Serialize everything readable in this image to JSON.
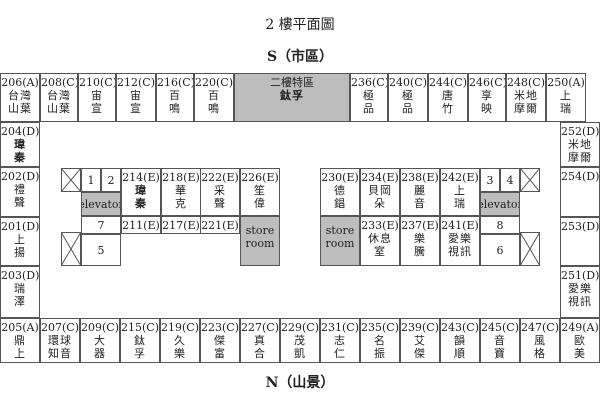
{
  "title": "2 樓平面圖",
  "south_label": "S（市區）",
  "north_label": "N（山景）",
  "top_row": [
    {
      "num": "206(A)",
      "name": "台灣\n山葉"
    },
    {
      "num": "208(C)",
      "name": "台灣\n山葉"
    },
    {
      "num": "210(C)",
      "name": "宙\n宣"
    },
    {
      "num": "212(C)",
      "name": "宙\n宣"
    },
    {
      "num": "216(C)",
      "name": "百\n鳴"
    },
    {
      "num": "220(C)",
      "name": "百\n鳴"
    },
    {
      "num": "二樓特區",
      "name": "鈦孚"
    },
    {
      "num": "236(C)",
      "name": "極\n品"
    },
    {
      "num": "240(C)",
      "name": "極\n品"
    },
    {
      "num": "244(C)",
      "name": "唐\n竹"
    },
    {
      "num": "246(C)",
      "name": "享\n映"
    },
    {
      "num": "248(C)",
      "name": "米地\n摩爾"
    },
    {
      "num": "250(A)",
      "name": "上\n瑞"
    }
  ],
  "bottom_row": [
    {
      "num": "205(A)",
      "name": "鼎\n上"
    },
    {
      "num": "207(C)",
      "name": "環球\n知音"
    },
    {
      "num": "209(C)",
      "name": "大\n器"
    },
    {
      "num": "215(C)",
      "name": "鈦\n孚"
    },
    {
      "num": "219(C)",
      "name": "久\n樂"
    },
    {
      "num": "223(C)",
      "name": "傑\n富"
    },
    {
      "num": "227(C)",
      "name": "真\n合"
    },
    {
      "num": "229(C)",
      "name": "茂\n凱"
    },
    {
      "num": "231(C)",
      "name": "志\n仁"
    },
    {
      "num": "235(C)",
      "name": "名\n振"
    },
    {
      "num": "239(C)",
      "name": "艾\n傑"
    },
    {
      "num": "243(C)",
      "name": "韻\n順"
    },
    {
      "num": "245(C)",
      "name": "音\n寶"
    },
    {
      "num": "247(C)",
      "name": "風\n格"
    },
    {
      "num": "249(A)",
      "name": "歐\n美"
    }
  ],
  "left_col": [
    {
      "num": "204(D)",
      "name": "瑋\n秦"
    },
    {
      "num": "202(D)",
      "name": "禮\n聲"
    },
    {
      "num": "201(D)",
      "name": "上\n揚"
    },
    {
      "num": "203(D)",
      "name": "瑞\n澤"
    }
  ],
  "right_col": [
    {
      "num": "252(D)",
      "name": "米地\n摩爾"
    },
    {
      "num": "254(D)",
      "name": ""
    },
    {
      "num": "253(D)",
      "name": ""
    },
    {
      "num": "251(D)",
      "name": "愛樂\n視訊"
    }
  ],
  "left_block_top": [
    {
      "num": "214(E)",
      "name": "瑋\n秦"
    },
    {
      "num": "218(E)",
      "name": "華\n克"
    },
    {
      "num": "222(E)",
      "name": "采\n聲"
    },
    {
      "num": "226(E)",
      "name": "笙\n偉"
    }
  ],
  "left_block_bottom": [
    {
      "num": "211(E)",
      "name": ""
    },
    {
      "num": "217(E)",
      "name": ""
    },
    {
      "num": "221(E)",
      "name": ""
    },
    {
      "num": "store\nroom",
      "name": ""
    }
  ],
  "right_block_top": [
    {
      "num": "230(E)",
      "name": "德\n錩"
    },
    {
      "num": "234(E)",
      "name": "貝岡\n朵"
    },
    {
      "num": "238(E)",
      "name": "麗\n音"
    },
    {
      "num": "242(E)",
      "name": "上\n瑞"
    }
  ],
  "right_block_bottom": [
    {
      "num": "store\nroom",
      "name": ""
    },
    {
      "num": "233(E)",
      "name": "休息\n室"
    },
    {
      "num": "237(E)",
      "name": "樂\n騰"
    },
    {
      "num": "241(E)",
      "name": "愛樂\n視訊"
    }
  ],
  "left_service": {
    "n1": "1",
    "n2": "2",
    "elevator": "elevator",
    "n7": "7",
    "n5": "5"
  },
  "right_service": {
    "n3": "3",
    "n4": "4",
    "elevator": "elevator",
    "n8": "8",
    "n6": "6"
  }
}
